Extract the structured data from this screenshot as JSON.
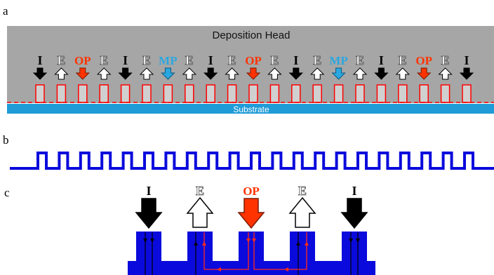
{
  "panels": {
    "a": {
      "label": "a"
    },
    "b": {
      "label": "b"
    },
    "c": {
      "label": "c"
    }
  },
  "deposition_head": {
    "title": "Deposition Head",
    "substrate_label": "Substrate",
    "ports": [
      "I",
      "E",
      "OP",
      "E",
      "I",
      "E",
      "MP",
      "E",
      "I",
      "E",
      "OP",
      "E",
      "I",
      "E",
      "MP",
      "E",
      "I",
      "E",
      "OP",
      "E",
      "I"
    ]
  },
  "waveform": {
    "pulse_count": 21
  },
  "detail_ports": [
    "I",
    "E",
    "OP",
    "E",
    "I"
  ],
  "colors": {
    "head_gray": "#a6a6a6",
    "substrate_blue": "#1f9bd7",
    "channel_blue": "#0a0adc",
    "inlet_black": "#000000",
    "exhaust_white": "#ffffff",
    "op_red": "#ff3300",
    "mp_blue": "#2aa7e0",
    "flow_red": "#ff2a1a"
  }
}
